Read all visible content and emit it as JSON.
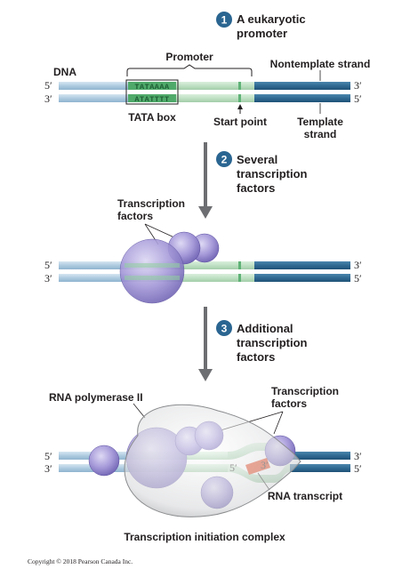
{
  "colors": {
    "dna_light": "#b7d4e7",
    "dna_dark": "#2f6a93",
    "promoter": "#bfe0c4",
    "tata": "#4faa6a",
    "protein": "#9f93d6",
    "polymerase": "#e6e7e8",
    "rna": "#e2461f",
    "step_badge": "#2a6591",
    "arrow": "#6d6e71"
  },
  "step1": {
    "number": "1",
    "title_line1": "A eukaryotic",
    "title_line2": "promoter",
    "dna_label": "DNA",
    "promoter_label": "Promoter",
    "nontemplate_label": "Nontemplate strand",
    "tata_top_seq": "TATAAAA",
    "tata_bottom_seq": "ATATTTT",
    "tata_box_label": "TATA box",
    "start_point_label": "Start point",
    "template_line1": "Template",
    "template_line2": "strand",
    "end_top_left": "5′",
    "end_bottom_left": "3′",
    "end_top_right": "3′",
    "end_bottom_right": "5′"
  },
  "step2": {
    "number": "2",
    "title_line1": "Several",
    "title_line2": "transcription",
    "title_line3": "factors",
    "tf_label_line1": "Transcription",
    "tf_label_line2": "factors",
    "end_top_left": "5′",
    "end_bottom_left": "3′",
    "end_top_right": "3′",
    "end_bottom_right": "5′"
  },
  "step3": {
    "number": "3",
    "title_line1": "Additional",
    "title_line2": "transcription",
    "title_line3": "factors",
    "pol_label": "RNA polymerase II",
    "tf_label_line1": "Transcription",
    "tf_label_line2": "factors",
    "rna_5_label": "5′",
    "rna_3_label": "3′",
    "rna_label": "RNA transcript",
    "complex_label": "Transcription initiation complex",
    "end_top_left": "5′",
    "end_bottom_left": "3′",
    "end_top_right": "3′",
    "end_bottom_right": "5′"
  },
  "copyright": "Copyright © 2018 Pearson Canada Inc."
}
